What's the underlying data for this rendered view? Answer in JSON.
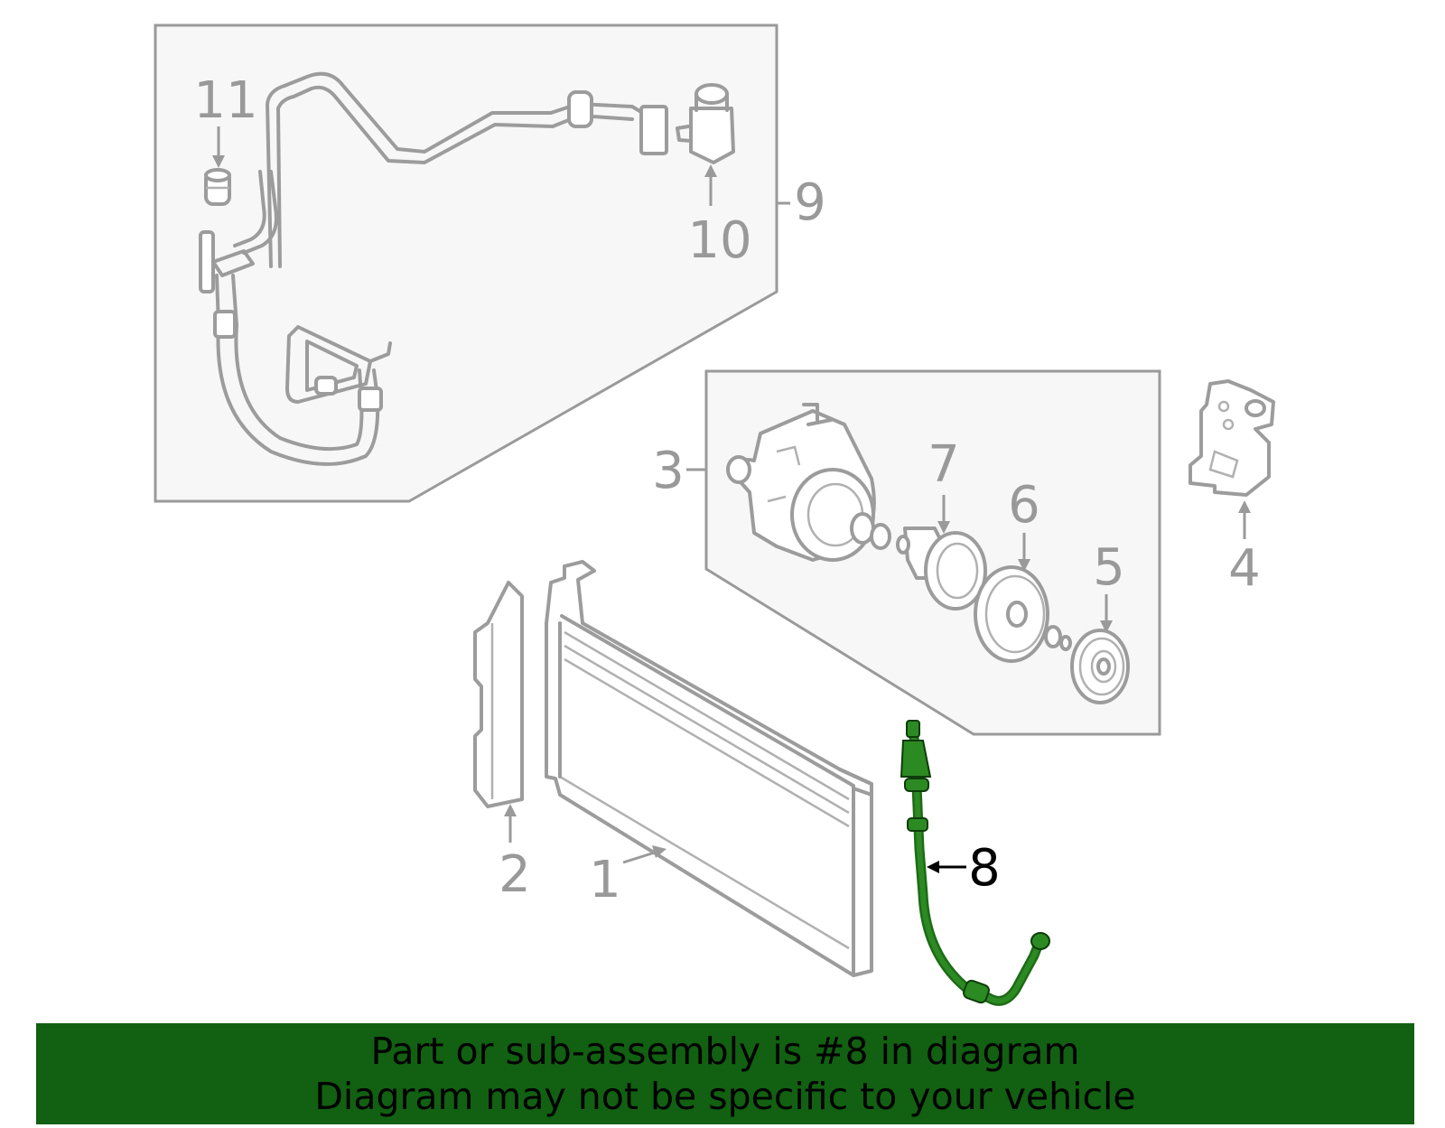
{
  "callouts": {
    "c1": "1",
    "c2": "2",
    "c3": "3",
    "c4": "4",
    "c5": "5",
    "c6": "6",
    "c7": "7",
    "c8": "8",
    "c9": "9",
    "c10": "10",
    "c11": "11"
  },
  "banner": {
    "line1": "Part or sub-assembly is #8 in diagram",
    "line2": "Diagram may not be specific to your vehicle"
  },
  "colors": {
    "highlight": "#2c8a22",
    "banner": "#126012",
    "line_art": "#9c9c9c"
  }
}
